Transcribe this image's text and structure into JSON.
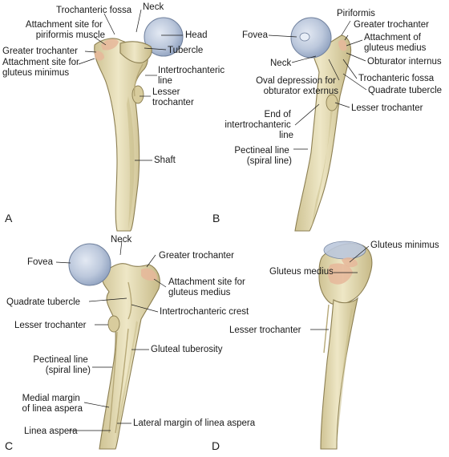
{
  "panels": {
    "A": {
      "letter": "A",
      "labels": {
        "trochanteric_fossa": "Trochanteric fossa",
        "neck": "Neck",
        "attachment_piriformis": [
          "Attachment site for",
          "piriformis muscle"
        ],
        "head": "Head",
        "greater_trochanter": "Greater trochanter",
        "tubercle": "Tubercle",
        "attachment_gluteus_minimus": [
          "Attachment site for",
          "gluteus minimus"
        ],
        "intertrochanteric_line": [
          "Intertrochanteric",
          "line"
        ],
        "lesser_trochanter": [
          "Lesser",
          "trochanter"
        ],
        "shaft": "Shaft"
      }
    },
    "B": {
      "letter": "B",
      "labels": {
        "piriformis": "Piriformis",
        "greater_trochanter": "Greater trochanter",
        "fovea": "Fovea",
        "attachment_gluteus_medius": [
          "Attachment of",
          "gluteus medius"
        ],
        "obturator_internus": "Obturator internus",
        "neck": "Neck",
        "oval_depression": [
          "Oval depression for",
          "obturator externus"
        ],
        "trochanteric_fossa": "Trochanteric fossa",
        "quadrate_tubercle": "Quadrate tubercle",
        "end_intertrochanteric": [
          "End of",
          "intertrochanteric",
          "line"
        ],
        "lesser_trochanter": "Lesser trochanter",
        "pectineal_line": [
          "Pectineal line",
          "(spiral line)"
        ]
      }
    },
    "C": {
      "letter": "C",
      "labels": {
        "neck": "Neck",
        "greater_trochanter": "Greater trochanter",
        "fovea": "Fovea",
        "attachment_gluteus_medius": [
          "Attachment site for",
          "gluteus medius"
        ],
        "quadrate_tubercle": "Quadrate tubercle",
        "intertrochanteric_crest": "Intertrochanteric crest",
        "lesser_trochanter": "Lesser trochanter",
        "gluteal_tuberosity": "Gluteal tuberosity",
        "pectineal_line": [
          "Pectineal line",
          "(spiral line)"
        ],
        "medial_margin": [
          "Medial margin",
          "of linea aspera"
        ],
        "lateral_margin": "Lateral margin of linea aspera",
        "linea_aspera": "Linea aspera"
      }
    },
    "D": {
      "letter": "D",
      "labels": {
        "gluteus_minimus": "Gluteus minimus",
        "gluteus_medius": "Gluteus medius",
        "lesser_trochanter": "Lesser trochanter"
      }
    }
  },
  "colors": {
    "bone": "#e8dfb8",
    "bone_shadow": "#c9bd8a",
    "femoral_head": "#bcc8dc",
    "attachment": "#e6b79a"
  }
}
